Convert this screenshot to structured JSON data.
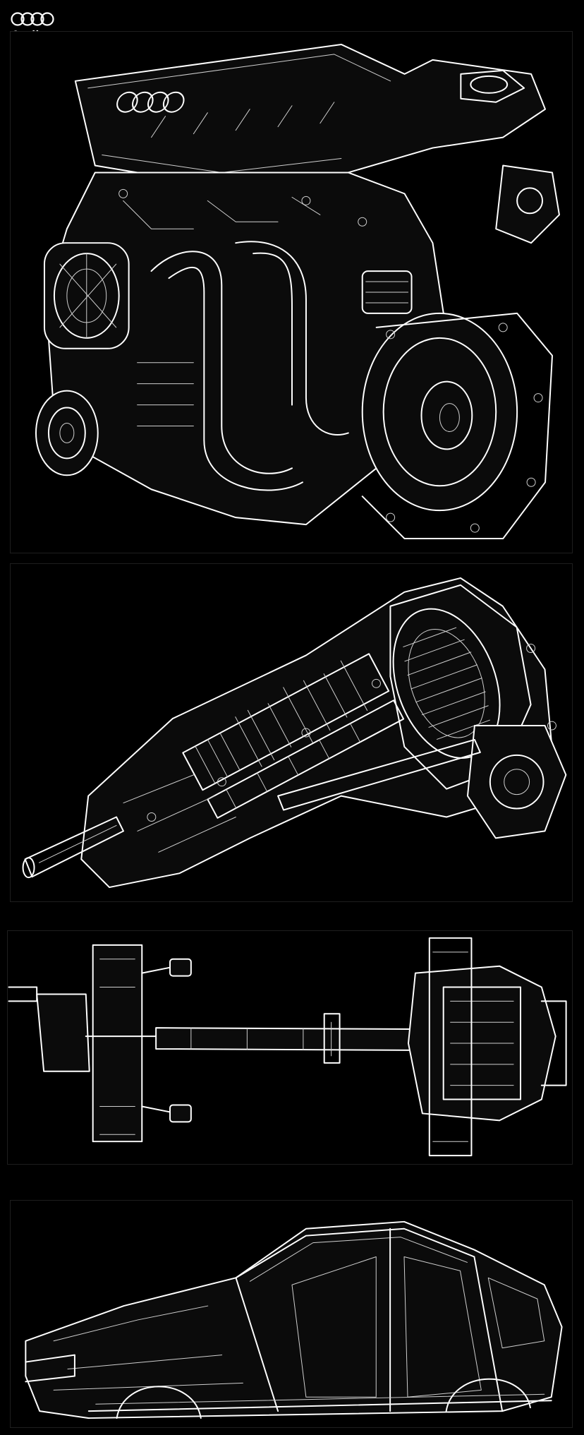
{
  "brand": {
    "name": "Audi",
    "logo_icon": "four-rings-logo",
    "color": "#ffffff"
  },
  "background_color": "#000000",
  "panels": [
    {
      "subject": "engine-illustration"
    },
    {
      "subject": "transmission-illustration"
    },
    {
      "subject": "drivetrain-illustration"
    },
    {
      "subject": "car-body-frame-illustration"
    }
  ]
}
